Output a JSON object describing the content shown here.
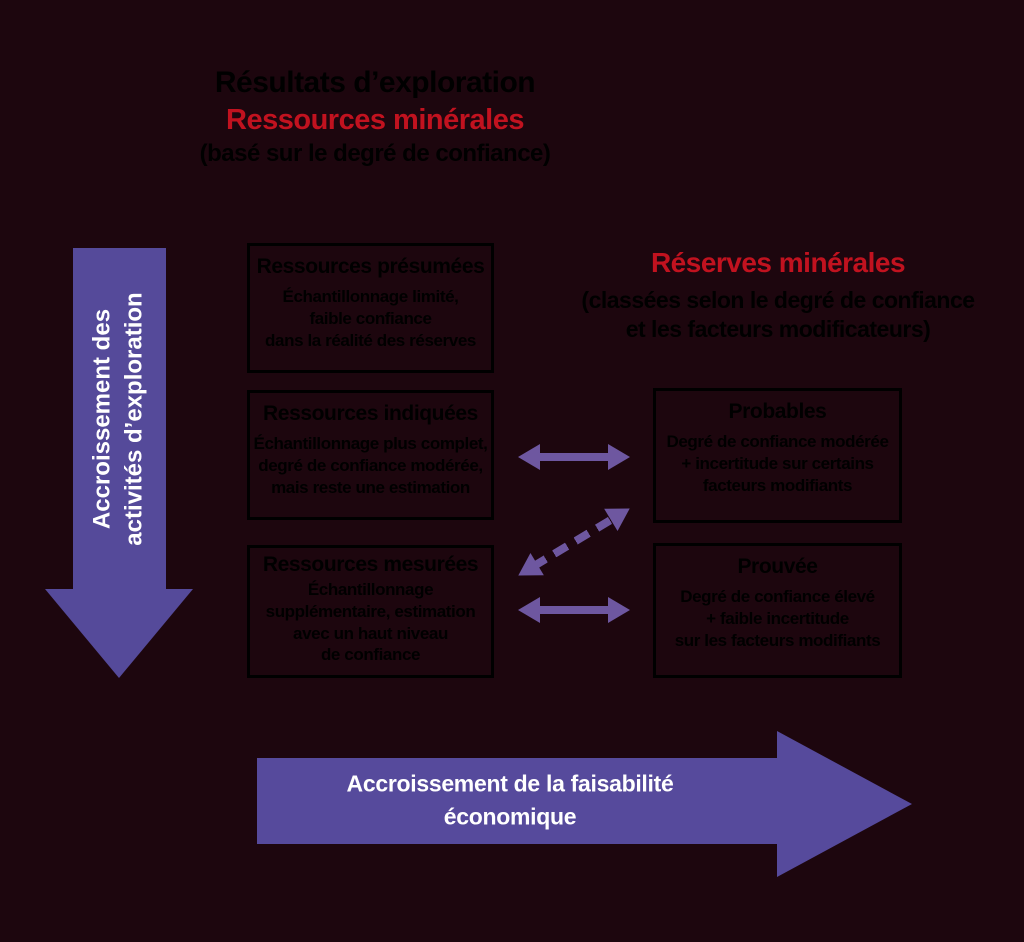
{
  "page": {
    "background": "#1d060e"
  },
  "colors": {
    "red_accent": "#c1121f",
    "black_text": "#000000",
    "large_arrow_purple": "#564a9c",
    "small_arrow_purple": "#6e57a0",
    "arrow_label_white": "#ffffff"
  },
  "header_left": {
    "title": "Résultats d’exploration",
    "subtitle_red": "Ressources minérales",
    "note": "(basé sur le degré de confiance)"
  },
  "header_right": {
    "title_red": "Réserves minérales",
    "note_line1": "(classées selon le degré de confiance",
    "note_line2": "et les facteurs modificateurs)"
  },
  "left_arrow": {
    "label_line1": "Accroissement des",
    "label_line2": "activités d’exploration"
  },
  "bottom_arrow": {
    "label_line1": "Accroissement de la faisabilité",
    "label_line2": "économique"
  },
  "resource_boxes": [
    {
      "title": "Ressources présumées",
      "line1": "Échantillonnage limité,",
      "line2": "faible confiance",
      "line3": "dans la réalité des réserves"
    },
    {
      "title": "Ressources indiquées",
      "line1": "Échantillonnage plus complet,",
      "line2": "degré de confiance modérée,",
      "line3": "mais reste une estimation"
    },
    {
      "title": "Ressources mesurées",
      "line1": "Échantillonnage",
      "line2": "supplémentaire, estimation",
      "line3": "avec un haut niveau",
      "line4": "de confiance"
    }
  ],
  "reserve_boxes": [
    {
      "title": "Probables",
      "line1": "Degré de confiance modérée",
      "line2": "+ incertitude sur certains",
      "line3": "facteurs modifiants"
    },
    {
      "title": "Prouvée",
      "line1": "Degré de confiance élevé",
      "line2": "+ faible incertitude",
      "line3": "sur les facteurs modifiants"
    }
  ],
  "connectors": [
    {
      "from": "Ressources indiquées",
      "to": "Probables",
      "style": "solid",
      "direction": "both"
    },
    {
      "from": "Ressources mesurées",
      "to": "Probables",
      "style": "dashed",
      "direction": "both"
    },
    {
      "from": "Ressources mesurées",
      "to": "Prouvée",
      "style": "solid",
      "direction": "both"
    }
  ]
}
